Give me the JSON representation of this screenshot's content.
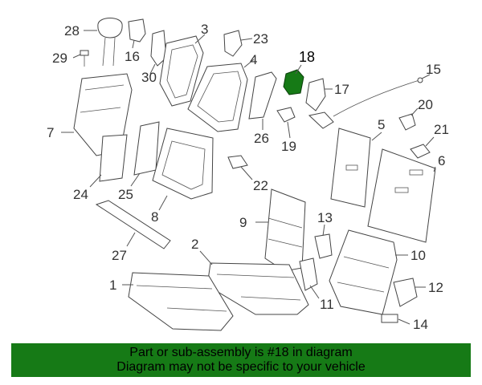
{
  "highlighted_part": "18",
  "colors": {
    "highlight": "#167a16",
    "banner": "#167a16",
    "line": "#444444"
  },
  "callouts": [
    "28",
    "16",
    "3",
    "23",
    "29",
    "30",
    "4",
    "18",
    "17",
    "15",
    "7",
    "26",
    "19",
    "20",
    "5",
    "21",
    "24",
    "25",
    "8",
    "22",
    "6",
    "9",
    "13",
    "27",
    "2",
    "1",
    "11",
    "10",
    "12",
    "14"
  ],
  "banner": {
    "line1": "Part or sub-assembly is #18 in diagram",
    "line2": "Diagram may not be specific to your vehicle"
  }
}
